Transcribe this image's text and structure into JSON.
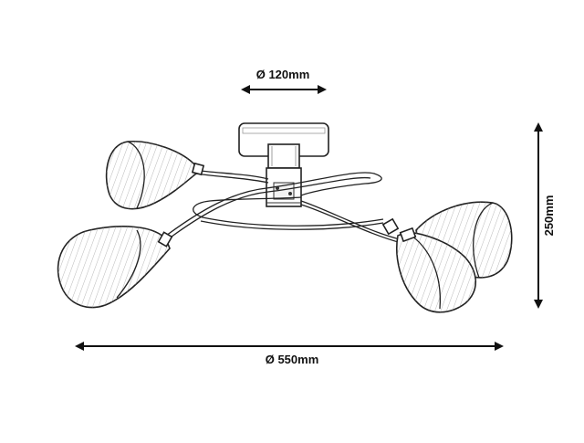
{
  "dimensions": {
    "canopy_diameter": "Ø 120mm",
    "total_diameter": "Ø 550mm",
    "height": "250mm"
  },
  "colors": {
    "line": "#222222",
    "shade_hatch": "#8a8a8a",
    "background": "#ffffff"
  }
}
